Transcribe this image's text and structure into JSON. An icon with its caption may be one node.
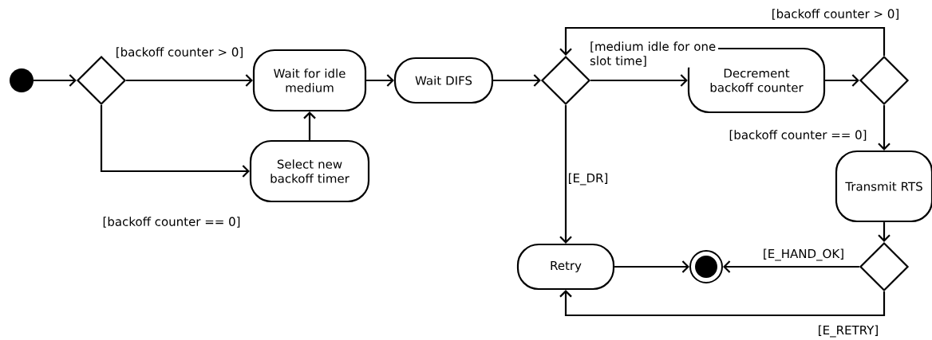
{
  "diagram": {
    "nodes": [
      {
        "text": [],
        "shape": "circle"
      },
      {
        "text": [],
        "shape": "diamond"
      },
      {
        "text": [
          "Wait for idle medium"
        ]
      },
      {
        "text": [
          "Select new backoff timer"
        ]
      },
      {
        "text": [
          "Wait DIFS"
        ]
      },
      {
        "text": [],
        "shape": "diamond"
      },
      {
        "text": [
          "Decrement backoff counter"
        ]
      },
      {
        "text": [],
        "shape": "diamond"
      },
      {
        "text": [
          "Transmit RTS"
        ]
      },
      {
        "text": [],
        "shape": "diamond"
      },
      {
        "text": [
          "Retry"
        ]
      },
      {
        "text": [],
        "shape": "circle"
      }
    ],
    "edges": [
      {
        "from": 0,
        "to": 1,
        "arrow": "to"
      },
      {
        "from": 1,
        "to": 2,
        "arrow": "to",
        "label": "[backoff counter > 0]"
      },
      {
        "from": 1,
        "to": 3,
        "arrow": "to",
        "label": "[backoff counter == 0]"
      },
      {
        "from": 3,
        "to": 2,
        "arrow": "to"
      },
      {
        "from": 2,
        "to": 4,
        "arrow": "to"
      },
      {
        "from": 4,
        "to": 5,
        "arrow": "to"
      },
      {
        "from": 5,
        "to": 6,
        "arrow": "to",
        "label": "[medium idle for one slot time]"
      },
      {
        "from": 6,
        "to": 7,
        "arrow": "to"
      },
      {
        "from": 7,
        "to": 5,
        "arrow": "to",
        "label": "[backoff counter > 0]"
      },
      {
        "from": 7,
        "to": 8,
        "arrow": "to",
        "label": "[backoff counter == 0]"
      },
      {
        "from": 5,
        "to": 10,
        "arrow": "to",
        "label": "[E_DR]"
      },
      {
        "from": 8,
        "to": 9,
        "arrow": "to"
      },
      {
        "from": 9,
        "to": 11,
        "arrow": "to",
        "label": "[E_HAND_OK]"
      },
      {
        "from": 9,
        "to": 10,
        "arrow": "to",
        "label": "[E_RETRY]"
      },
      {
        "from": 10,
        "to": 11,
        "arrow": "to"
      }
    ]
  }
}
